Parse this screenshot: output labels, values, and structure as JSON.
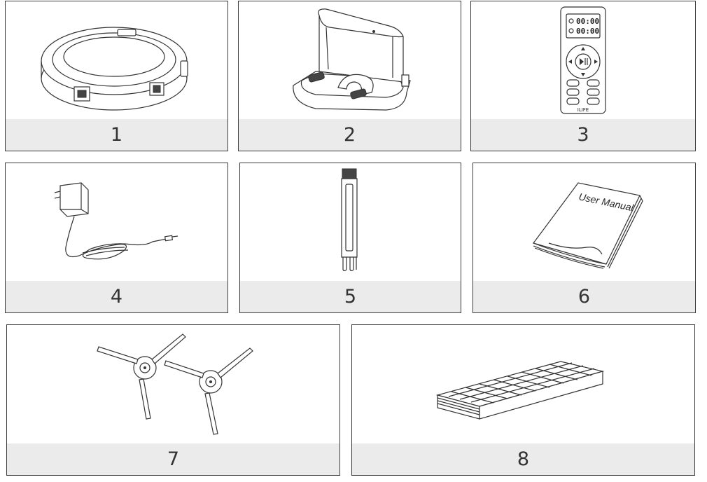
{
  "items": [
    {
      "number": "1",
      "icon": "robot-vacuum-icon"
    },
    {
      "number": "2",
      "icon": "charging-dock-icon"
    },
    {
      "number": "3",
      "icon": "remote-control-icon"
    },
    {
      "number": "4",
      "icon": "power-adapter-icon"
    },
    {
      "number": "5",
      "icon": "cleaning-tool-icon"
    },
    {
      "number": "6",
      "icon": "user-manual-icon"
    },
    {
      "number": "7",
      "icon": "side-brushes-icon"
    },
    {
      "number": "8",
      "icon": "filter-icon"
    }
  ],
  "remote": {
    "display_line_1": "00:00",
    "display_line_2": "00:00",
    "brand": "ILIFE"
  },
  "manual": {
    "cover_title": "User Manual"
  }
}
